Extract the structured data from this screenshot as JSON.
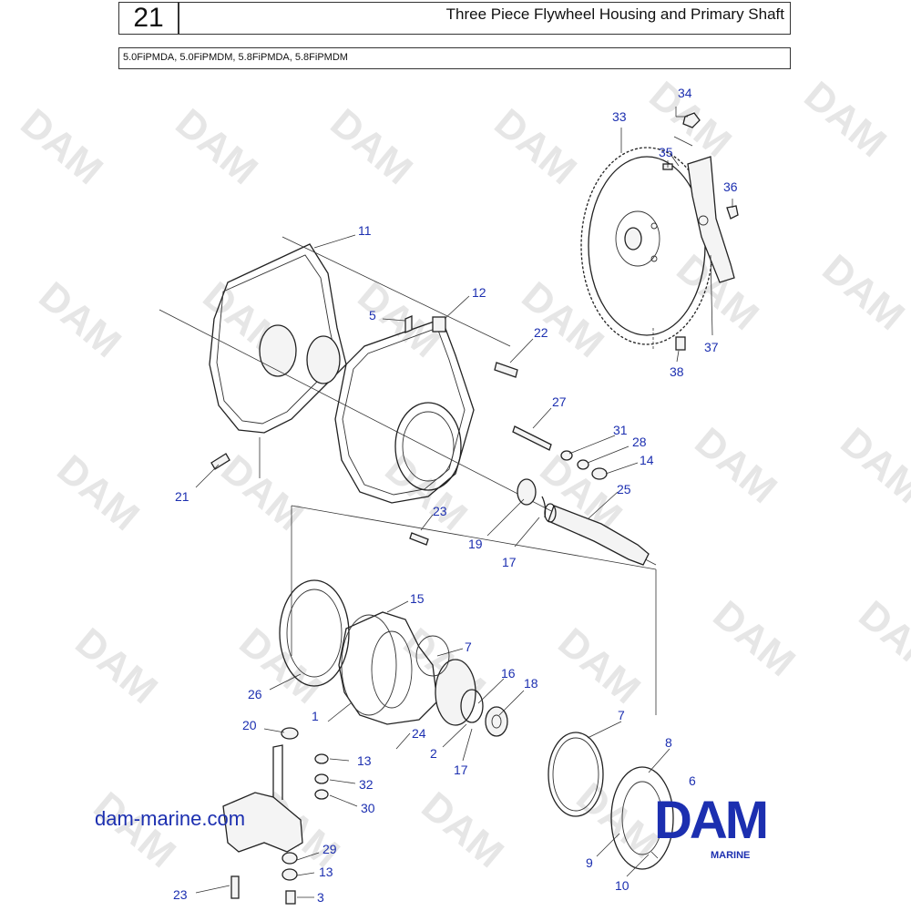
{
  "header": {
    "page_number": "21",
    "title": "Three Piece Flywheel Housing and Primary Shaft",
    "models": "5.0FiPMDA, 5.0FiPMDM, 5.8FiPMDA, 5.8FiPMDM"
  },
  "watermark": {
    "text": "DAM"
  },
  "callouts": [
    "33",
    "34",
    "35",
    "36",
    "37",
    "38",
    "11",
    "12",
    "5",
    "22",
    "27",
    "31",
    "28",
    "14",
    "21",
    "23",
    "25",
    "19",
    "17",
    "15",
    "7",
    "16",
    "18",
    "26",
    "1",
    "20",
    "24",
    "2",
    "17",
    "13",
    "32",
    "30",
    "7",
    "8",
    "6",
    "29",
    "13",
    "23",
    "3",
    "9",
    "10"
  ],
  "footer": {
    "website": "dam-marine.com",
    "logo_text": "DAM",
    "logo_subtext": "MARINE"
  },
  "colors": {
    "callout": "#1c2fb0",
    "logo": "#1c2fb0",
    "watermark": "#e6e6e6"
  }
}
